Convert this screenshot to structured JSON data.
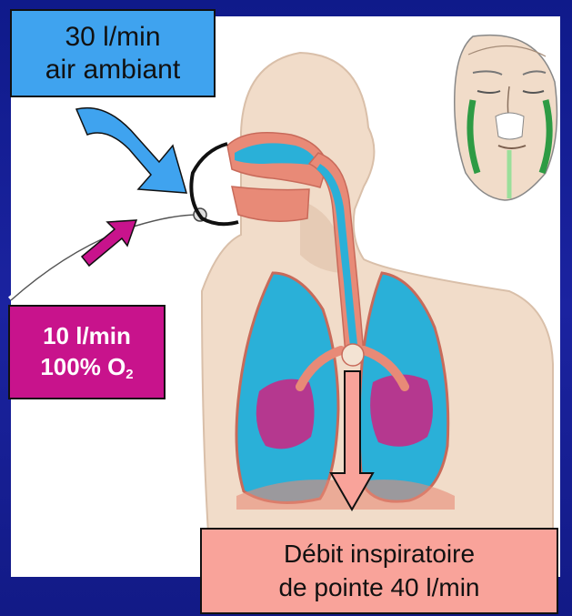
{
  "room_air": {
    "line1": "30 l/min",
    "line2": "air ambiant"
  },
  "oxygen": {
    "line1": "10 l/min",
    "line2_prefix": "100% O",
    "line2_sub": "2"
  },
  "peak_flow": {
    "line1": "Débit inspiratoire",
    "line2": "de pointe 40 l/min"
  },
  "colors": {
    "background": "#1a1f8c",
    "room_air_box": "#3fa3ef",
    "oxygen_box": "#c8138c",
    "peak_flow_box": "#f9a39a",
    "lung_blue": "#2ab0d8",
    "lung_magenta": "#b5388f",
    "skin": "#f1dcc9"
  }
}
